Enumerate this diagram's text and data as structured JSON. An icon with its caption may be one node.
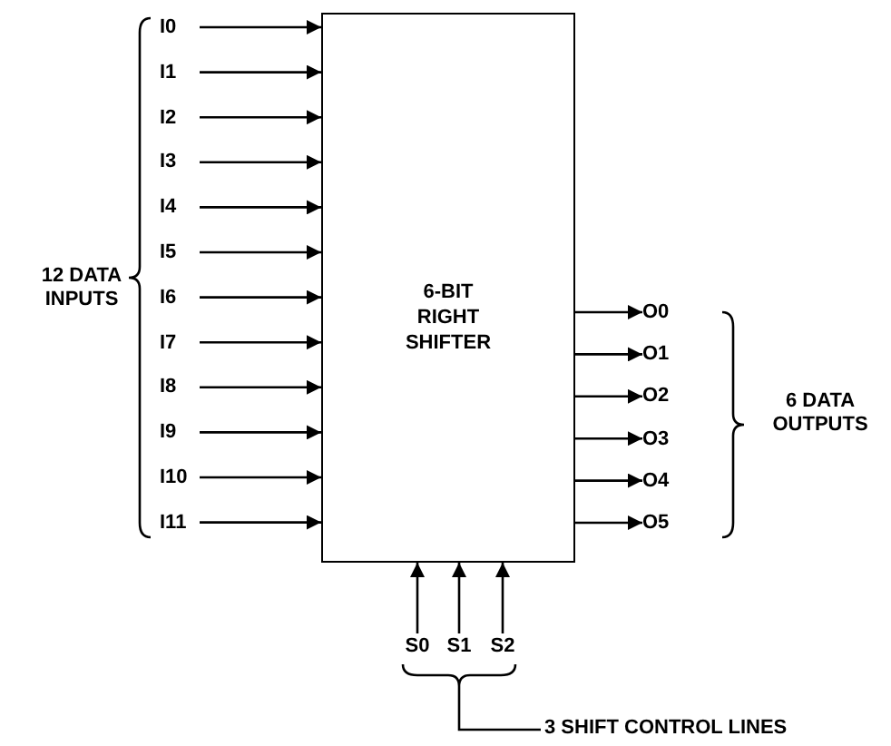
{
  "diagram": {
    "nodes": [
      {
        "text": [
          "6-BIT RIGHT SHIFTER"
        ]
      },
      {
        "text": [
          "I0"
        ]
      },
      {
        "text": [
          "I1"
        ]
      },
      {
        "text": [
          "I2"
        ]
      },
      {
        "text": [
          "I3"
        ]
      },
      {
        "text": [
          "I4"
        ]
      },
      {
        "text": [
          "I5"
        ]
      },
      {
        "text": [
          "I6"
        ]
      },
      {
        "text": [
          "I7"
        ]
      },
      {
        "text": [
          "I8"
        ]
      },
      {
        "text": [
          "I9"
        ]
      },
      {
        "text": [
          "I10"
        ]
      },
      {
        "text": [
          "I11"
        ]
      },
      {
        "text": [
          "O0"
        ]
      },
      {
        "text": [
          "O1"
        ]
      },
      {
        "text": [
          "O2"
        ]
      },
      {
        "text": [
          "O3"
        ]
      },
      {
        "text": [
          "O4"
        ]
      },
      {
        "text": [
          "O5"
        ]
      },
      {
        "text": [
          "S0"
        ]
      },
      {
        "text": [
          "S1"
        ]
      },
      {
        "text": [
          "S2"
        ]
      }
    ],
    "edges": [
      {
        "from": 1,
        "to": 0,
        "arrow": "to"
      },
      {
        "from": 2,
        "to": 0,
        "arrow": "to"
      },
      {
        "from": 3,
        "to": 0,
        "arrow": "to"
      },
      {
        "from": 4,
        "to": 0,
        "arrow": "to"
      },
      {
        "from": 5,
        "to": 0,
        "arrow": "to"
      },
      {
        "from": 6,
        "to": 0,
        "arrow": "to"
      },
      {
        "from": 7,
        "to": 0,
        "arrow": "to"
      },
      {
        "from": 8,
        "to": 0,
        "arrow": "to"
      },
      {
        "from": 9,
        "to": 0,
        "arrow": "to"
      },
      {
        "from": 10,
        "to": 0,
        "arrow": "to"
      },
      {
        "from": 11,
        "to": 0,
        "arrow": "to"
      },
      {
        "from": 12,
        "to": 0,
        "arrow": "to"
      },
      {
        "from": 0,
        "to": 13,
        "arrow": "to"
      },
      {
        "from": 0,
        "to": 14,
        "arrow": "to"
      },
      {
        "from": 0,
        "to": 15,
        "arrow": "to"
      },
      {
        "from": 0,
        "to": 16,
        "arrow": "to"
      },
      {
        "from": 0,
        "to": 17,
        "arrow": "to"
      },
      {
        "from": 0,
        "to": 18,
        "arrow": "to"
      },
      {
        "from": 19,
        "to": 0,
        "arrow": "to"
      },
      {
        "from": 20,
        "to": 0,
        "arrow": "to"
      },
      {
        "from": 21,
        "to": 0,
        "arrow": "to"
      }
    ],
    "labels": [
      "12 DATA INPUTS",
      "6 DATA OUTPUTS",
      "3 SHIFT CONTROL LINES"
    ]
  }
}
